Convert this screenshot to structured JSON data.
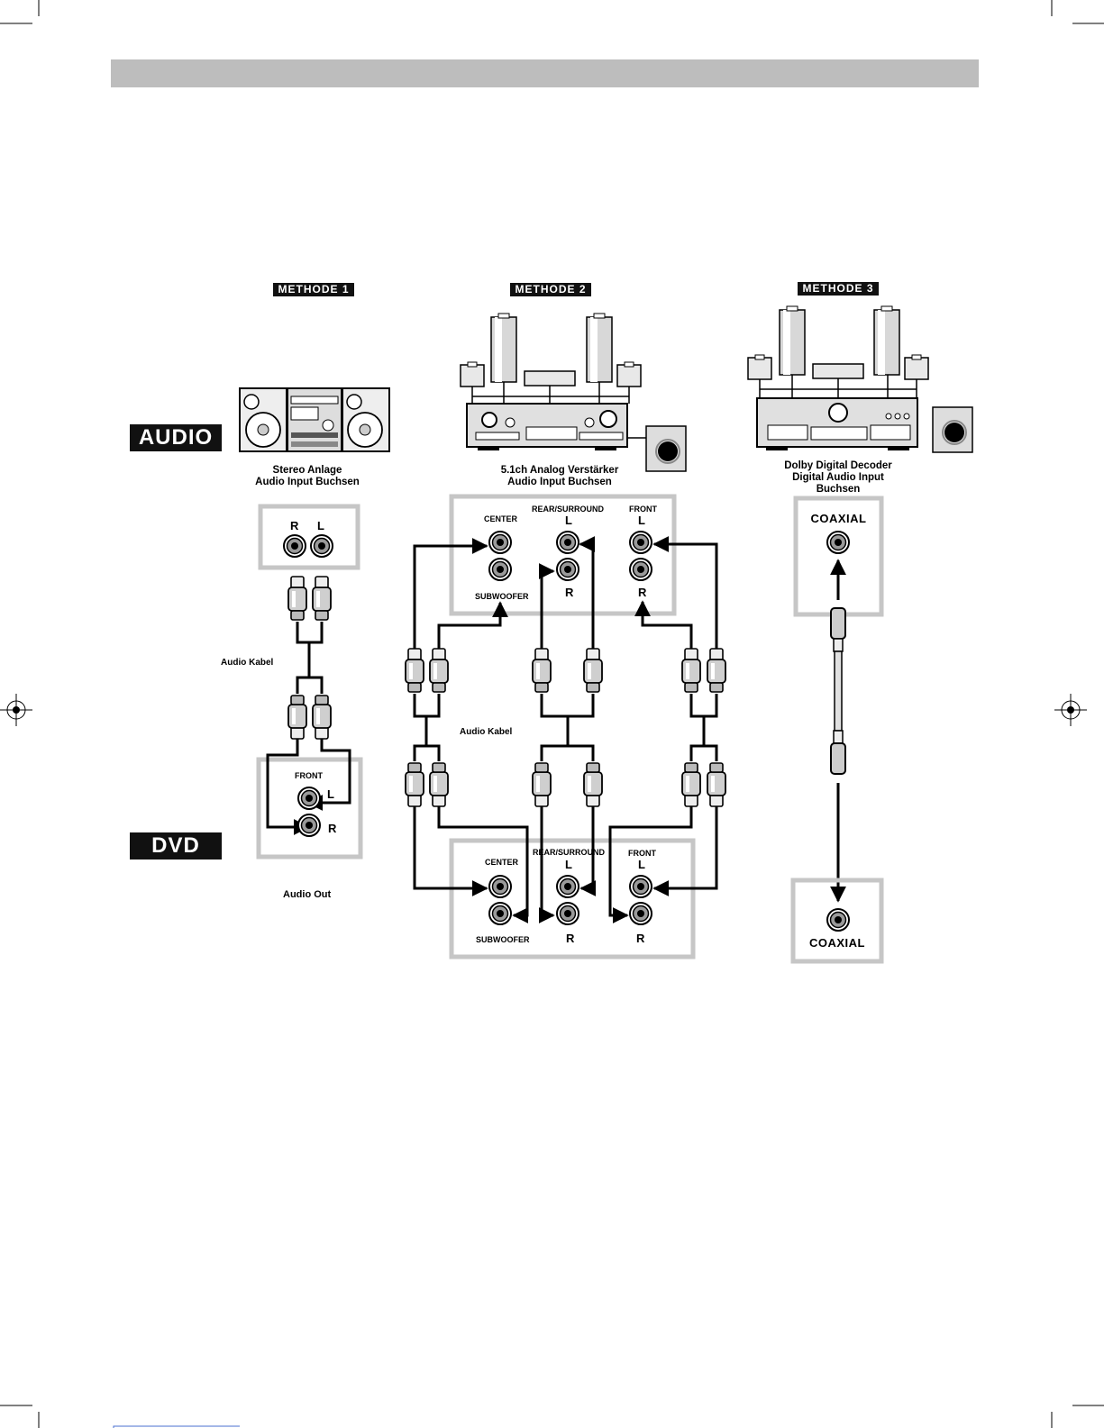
{
  "methods": [
    "METHODE 1",
    "METHODE 2",
    "METHODE 3"
  ],
  "side_labels": {
    "audio": "AUDIO",
    "dvd": "DVD"
  },
  "method1": {
    "caption_line1": "Stereo Anlage",
    "caption_line2": "Audio Input Buchsen",
    "jack_r": "R",
    "jack_l": "L",
    "cable_label": "Audio Kabel",
    "front": "FRONT",
    "out_l": "L",
    "out_r": "R",
    "audio_out": "Audio Out"
  },
  "method2": {
    "caption_line1": "5.1ch Analog Verstärker",
    "caption_line2": "Audio Input Buchsen",
    "top": {
      "center": "CENTER",
      "subwoofer": "SUBWOOFER",
      "rear_surround": "REAR/SURROUND",
      "front": "FRONT",
      "l1": "L",
      "r1": "R",
      "l2": "L",
      "r2": "R"
    },
    "cable_label": "Audio Kabel",
    "bottom": {
      "center": "CENTER",
      "subwoofer": "SUBWOOFER",
      "rear_surround": "REAR/SURROUND",
      "front": "FRONT",
      "l1": "L",
      "r1": "R",
      "l2": "L",
      "r2": "R"
    }
  },
  "method3": {
    "caption_line1": "Dolby Digital Decoder",
    "caption_line2": "Digital Audio Input",
    "caption_line3": "Buchsen",
    "coax_top": "COAXIAL",
    "coax_bottom": "COAXIAL"
  }
}
